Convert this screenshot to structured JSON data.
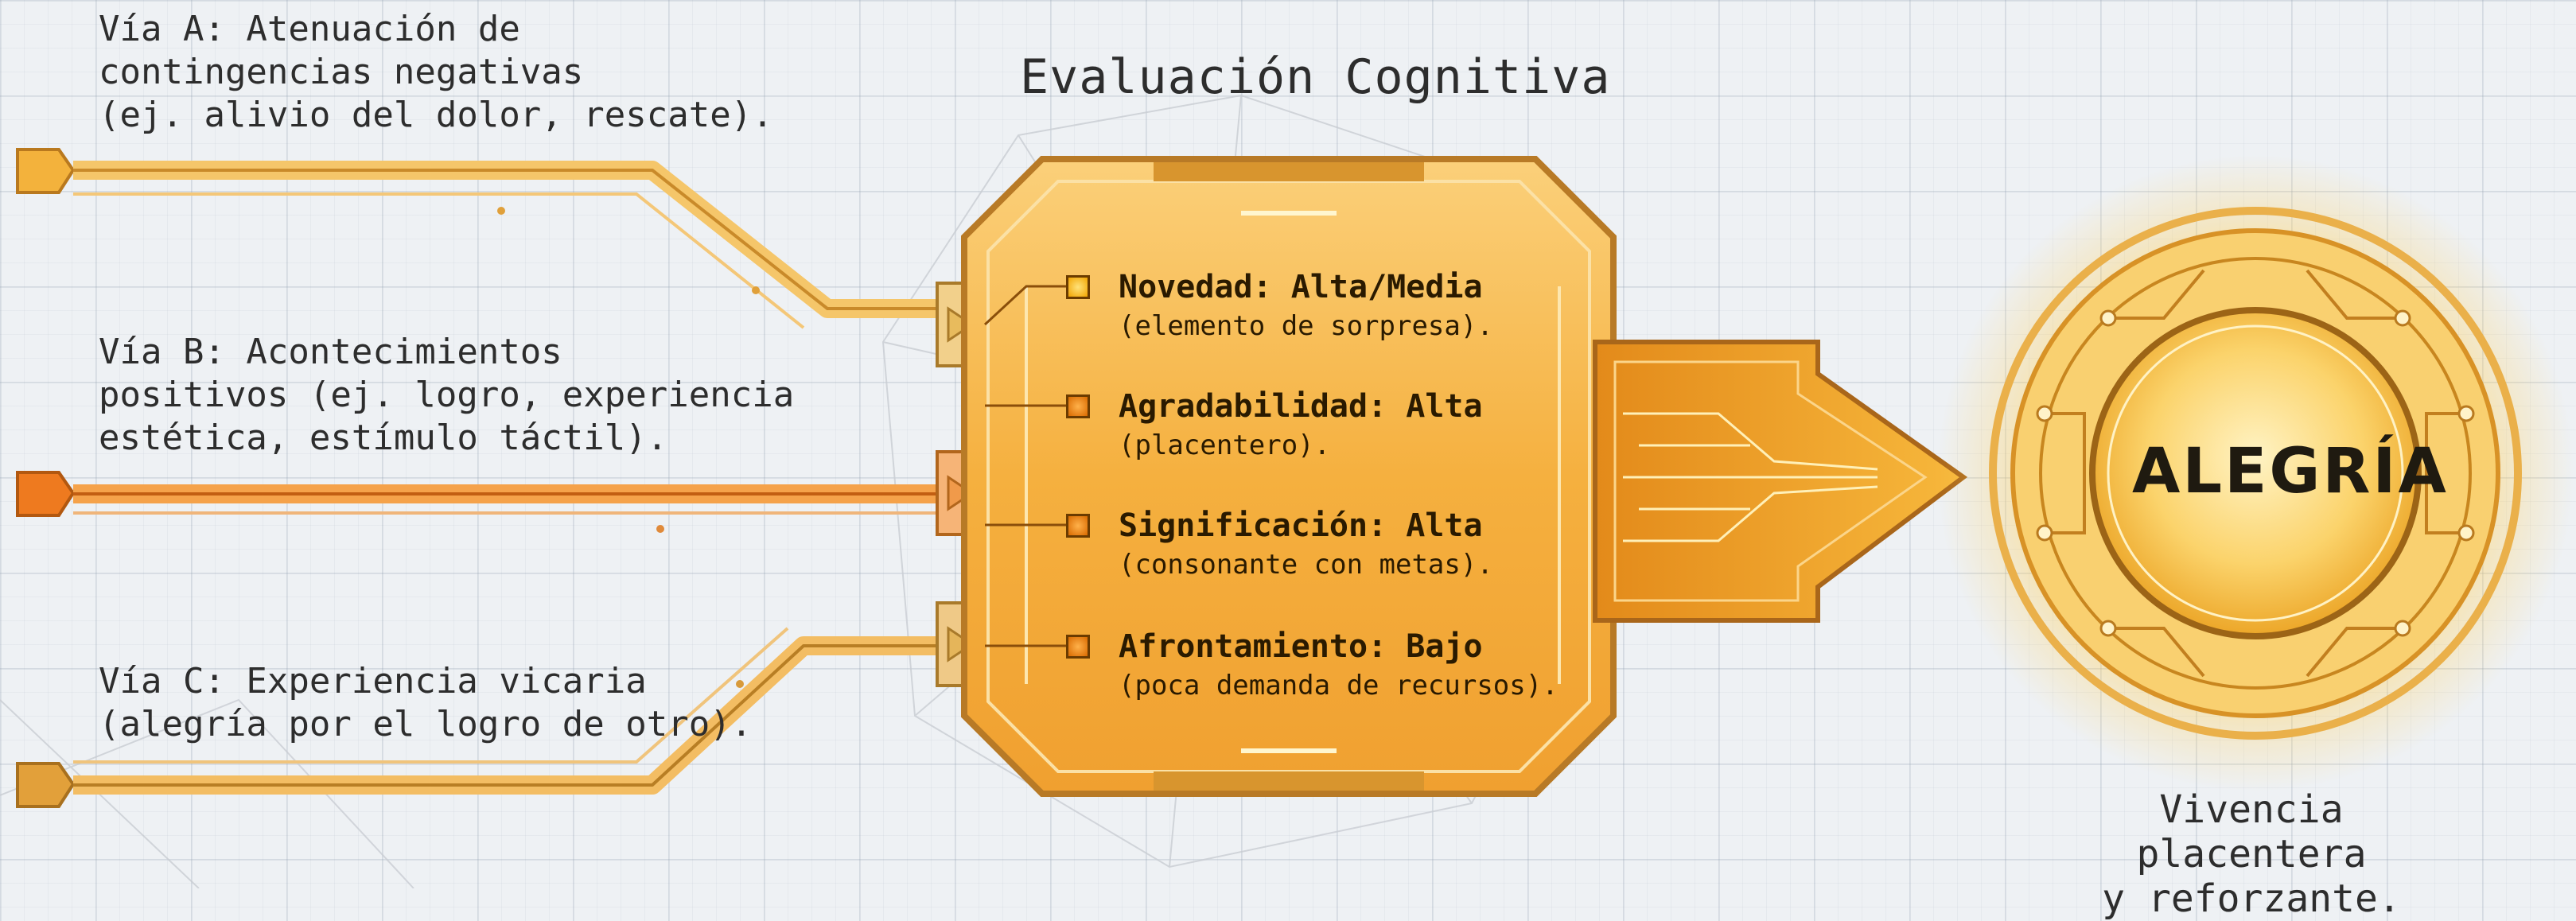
{
  "paths": [
    {
      "id": "a",
      "text": "Vía A: Atenuación de\ncontingencias negativas\n(ej. alivio del dolor, rescate).",
      "color": "#f3b23c"
    },
    {
      "id": "b",
      "text": "Vía B: Acontecimientos\npositivos (ej. logro, experiencia\nestética, estímulo táctil).",
      "color": "#f07a22"
    },
    {
      "id": "c",
      "text": "Vía C: Experiencia vicaria\n(alegría por el logro de otro).",
      "color": "#e2a03a"
    }
  ],
  "panel": {
    "title": "Evaluación Cognitiva",
    "criteria": [
      {
        "name": "Novedad: Alta/Media",
        "note": "(elemento de sorpresa)."
      },
      {
        "name": "Agradabilidad: Alta",
        "note": "(placentero)."
      },
      {
        "name": "Significación: Alta",
        "note": "(consonante con metas)."
      },
      {
        "name": "Afrontamiento: Bajo",
        "note": "(poca demanda de recursos)."
      }
    ]
  },
  "outcome": {
    "label": "ALEGRÍA",
    "caption": "Vivencia placentera\ny reforzante."
  },
  "colors": {
    "gold": "#f5b73a",
    "orange": "#ee7a1f",
    "panel_fill": "#f6b545",
    "frame": "#c8862a"
  }
}
